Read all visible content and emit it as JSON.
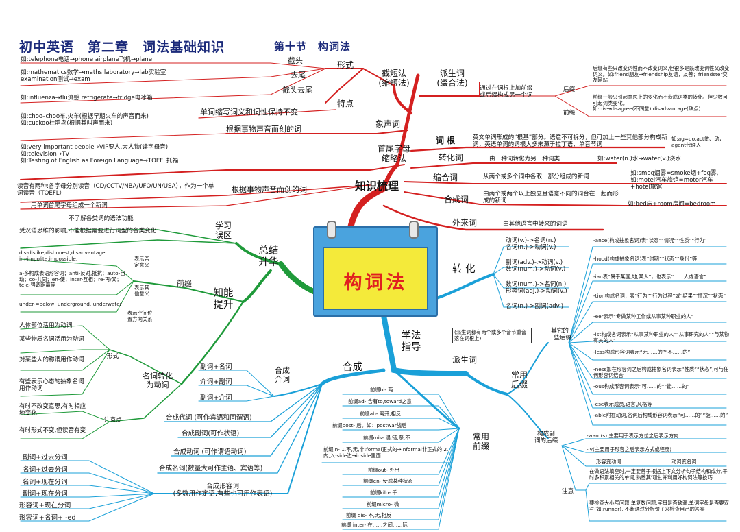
{
  "title": {
    "main": "初中英语　第二章　词法基础知识",
    "section": "第十节　构词法"
  },
  "center": "构词法",
  "colors": {
    "red": "#d42020",
    "green": "#1f9a3a",
    "blue": "#1aa0d8",
    "title": "#1b2a7a"
  },
  "red": {
    "knowledge": "知识梳理",
    "jiedf": "截短法\n(缩短法)",
    "xingshi": "形式",
    "tedian": "特点",
    "jietou": "截头",
    "quwei": "去尾",
    "jietouquwei": "截头去尾",
    "ex1": "如:telephone电话→phone airplane飞机→plane",
    "ex2": "如:mathematics数学→maths laboratory→lab实验室 examination测试→exam",
    "ex3": "如:influenza→flu流感 refrigerate→fridge电冰箱",
    "feature": "单词缩写词义和词性保持不变",
    "xiangsheng": "象声词",
    "xs_def": "根据事物声音而创的词",
    "xs_ex": "如:choo–choo车,火车(根据早期火车的声音而来)\n如:cuckoo杜鹃鸟(根据其叫声而来)",
    "shouwei": "首尾字母\n缩略法",
    "sw_ex1": "如:very important people→VIP要人,大人物(读字母音)\n如:television→TV\n如:Testing of English as Foreign Language→TOEFL托福",
    "sw_ex2": "读音有两种:各字母分别读音（CD/CCTV/NBA/UFO/UN/USA），作为一个单词读音（TOEFL）",
    "sw_def": "根据事物声音而创的词",
    "sw_def2": "用单词首尾字母组成一个新词",
    "paisheng": "派生词\n(缀合法)",
    "ps_def": "通过在词根上加前缀\n或后缀构成另一个词",
    "houzhui": "后缀",
    "qianzhui": "前缀",
    "hz_note": "后缀有些只改变词性而不改变词义,但很多是既改变词性又改变词义。如:friend朋友→friendship友谊，友善；friendster交友网站",
    "qz_note": "前缀一般只引起意思上的变化而不造成词类的转化。但少数可引起词类变化。\n如:dis→disagree(不同意) disadvantage(缺点)",
    "cigen": "词 根",
    "cigen_def": "英文单词形成的“根基”部分。语意不可拆分，但可加上一些其他部分构成新词，英语单词的词根大多来源于拉丁语，单音节词",
    "cigen_ex": "如:ag=do,act做、动，agent代理人",
    "zhuanhua": "转化词",
    "zh_def": "由一种词转化为另一种词类",
    "zh_ex": "如:water(n.)水→water(v.)浇水",
    "suohe": "缩合词",
    "sh_def": "从两个或多个词中各取一部分组成的新词",
    "sh_ex": "如:smog烟雾=smoke烟+fog雾,\n如:motel汽车旅馆=motor汽车+hotel旅馆",
    "hecheng": "合成词",
    "hc_def": "由两个或两个以上独立且语意不同的词合在一起而形成的新词",
    "hc_ex": "如:bed床+room房间=bedroom",
    "wailai": "外来词",
    "wl_def": "由其他语言中转来的词语"
  },
  "green": {
    "zongjie": "总结\n升华",
    "xuexi": "学习\n误区",
    "wq1": "不了解各类词的语法功能",
    "wq2": "受汉语思维的影响,不能根据需要进行词型的各类变化",
    "zhineng": "知能\n提升",
    "qianzhui": "前缀",
    "fd": "表示否\n定意义",
    "fd_ex": "dis-dislike,dishonest,disadvantage\nim-impolite,impossible,",
    "qt": "表示其\n他意义",
    "qt_ex": "a-多构成表语形容词；anti-反对,抵抗；auto-自动；co-共同；en-使；inter-互相；re-再/又；tele-强调距离等",
    "kj": "表示空间位\n置方向关系",
    "kj_ex": "under-=below, underground, underwater",
    "mingci": "名词转化\n为动词",
    "xingshi": "形式",
    "zhuyi": "注意点",
    "f1": "人体部位活用为动词",
    "f2": "某些物质名词活用为动词",
    "f3": "对某些人的称谓用作动词",
    "f4": "有些表示心态的抽象名词用作动词",
    "z1": "有时不改变意思,有时相应地变化",
    "z2": "有时形式不变,但读音有变"
  },
  "blue": {
    "xuefa": "学法\n指导",
    "zhuanhua": "转  化",
    "zh1": "动词(v.)->名词(n.)\n名词(n.)->动词(v.)",
    "zh2": "副词(adv.)->动词(v.)\n数词(num.)->动词(v.)",
    "zh3": "数词(num.)->名词(n.)\n形容词(adj.)->动词(v.)",
    "zh4": "名词(n.)->副词(adv.)",
    "paisheng": "派生词",
    "ps_note": "(派生词都有两个或多个音节重音落在词根上)",
    "changyong_hz": "常用\n后缀",
    "qita_hz": "其它的\n一些后缀",
    "gcfc_hz": "构成副\n词的后缀",
    "h1": "-ance(构成抽象名词)表“状态”“情况”“性质”“行为”",
    "h2": "-hood(构成抽象名词)表“时期”“状态”“身份”等",
    "h3": "-ian表“属于某国,地,某人”，也表示“……人或语言”",
    "h4": "-tion构成名词，表“行为”“行为过程”或“结果”“情况”“状态”",
    "h5": "-eer表示“专做某种工作或从事某种职业的人”",
    "h6": "-ist构成名词表示“从事某种职业的人”“从事研究的人”“与某物有关的人”",
    "h7": "-less构成形容词表示“无……的”“不……的”",
    "h8": "-ness加在形容词之后构成抽象名词表示“性质”“状态”,可与任何形容词结合",
    "h9": "-ous构成形容词表示“可……的”“能……的”",
    "h10": "-ese表示成员,语言,风格等",
    "h11": "-able附在动词,名词后构成形容词表示“可……的”“能……的”",
    "a1": "-ward(s) 主要用于表示方位之后表示方向",
    "a2": "-ly(主要用于形容之后表示方式或程度)",
    "a3": "形容变动词",
    "a4": "动词变名词",
    "zhuyi": "注意",
    "n1": "在做语法填空时,一定要善于根据上下文分析句子结构和成分,平时多积累相关的单词,熟悉其词性,并利用好构词法等技巧",
    "n2": "要检查大小写问题,单复数问题,字母是否缺漏,单词字母是否要双写(如:runner), 不断通过分析句子来检查自己的答案",
    "changyong_qz": "常用\n前缀",
    "p1": "前缀bi- 两",
    "p2": "前缀ad- 含有to,toward之意",
    "p3": "前缀ab- 离开,相反",
    "p4": "前缀post- 后。如：postwar战后",
    "p5": "前缀mis- 误,错,恶,不",
    "p6": "前缀in- 1.不,无,非:formal正式的→informal非正式的 2.内,入:side边→inside里面",
    "p7": "前缀out- 外出",
    "p8": "前缀en- 使成某种状态",
    "p9": "前缀kilo- 千",
    "p10": "前缀micro- 微",
    "p11": "前缀 dis- 不,无,相反",
    "p12": "前缀 inter- 在……之间……际",
    "hecheng": "合成",
    "hcjc": "合成\n介词",
    "j1": "副词+名词",
    "j2": "介词+副词",
    "j3": "副词+介词",
    "c1": "合成代词 (可作宾语和同谓语)",
    "c2": "合成副词(可作状语)",
    "c3": "合成动词 (可作谓语动词)",
    "c4": "合成名词(数量大可作主语、宾语等)",
    "c5": "合成形容词\n(多数用作定语,有些也可用作表语)",
    "x1": "副词+过去分词",
    "x2": "名词+过去分词",
    "x3": "名词+现在分词",
    "x4": "副词+现在分词",
    "x5": "形容词+现在分词",
    "x6": "形容词+名词+ -ed"
  }
}
